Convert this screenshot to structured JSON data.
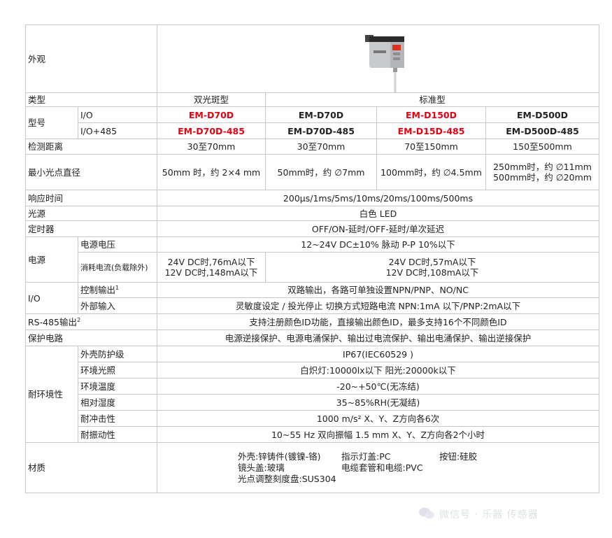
{
  "rows": {
    "appearance": "外观",
    "type": {
      "label": "类型",
      "dual": "双光斑型",
      "standard": "标准型"
    },
    "model": {
      "label": "型号",
      "io": "I/O",
      "io485": "I/O+485",
      "io_models": [
        "EM-D70D",
        "EM-D70D",
        "EM-D150D",
        "EM-D500D"
      ],
      "io485_models": [
        "EM-D70D-485",
        "EM-D70D-485",
        "EM-D15D-485",
        "EM-D500D-485"
      ]
    },
    "distance": {
      "label": "检测距离",
      "values": [
        "30至70mm",
        "30至70mm",
        "70至150mm",
        "150至500mm"
      ]
    },
    "spot": {
      "label": "最小光点直径",
      "values": [
        "50mm 时，约 2×4 mm",
        "50mm时，约 ∅7mm",
        "100mm时，约 ∅4.5mm"
      ],
      "last_line1": "250mm时，约 ∅11mm",
      "last_line2": "500mm时，约 ∅20mm"
    },
    "response": {
      "label": "响应时间",
      "value": "200μs/1ms/5ms/10ms/20ms/100ms/500ms"
    },
    "light": {
      "label": "光源",
      "value": "白色 LED"
    },
    "timer": {
      "label": "定时器",
      "value": "OFF/ON-延时/OFF-延时/单次延迟"
    },
    "power": {
      "label": "电源",
      "voltage_label": "电源电压",
      "voltage": "12~24V DC±10% 脉动 P-P 10%以下",
      "current_label": "消耗电流(负载除外)",
      "dual_line1": "24V DC时,76mA以下",
      "dual_line2": "12V DC时,148mA以下",
      "std_line1": "24V DC时,57mA以下",
      "std_line2": "12V DC时,108mA以下"
    },
    "io": {
      "label": "I/O",
      "control_label": "控制输出",
      "control_sup": "1",
      "control": "双路输出，各路可单独设置NPN/PNP、NO/NC",
      "ext_label": "外部输入",
      "ext": "灵敏度设定 / 投光停止 切换方式短路电流 NPN:1mA 以下/PNP:2mA以下"
    },
    "rs485": {
      "label": "RS-485输出",
      "sup": "2",
      "value": "支持注册颜色ID功能，直接输出颜色ID，最多支持16个不同颜色ID"
    },
    "protect": {
      "label": "保护电路",
      "value": "电源逆接保护、电源电涌保护、输出过电流保护、输出电涌保护、输出逆接保护"
    },
    "env": {
      "label": "耐环境性",
      "items": [
        {
          "label": "外壳防护级",
          "value": "IP67(IEC60529 )"
        },
        {
          "label": "环境光照",
          "value": "白炽灯:10000lx以下 阳光:20000k以下"
        },
        {
          "label": "环境温度",
          "value": "-20~+50℃(无冻结)"
        },
        {
          "label": "相对湿度",
          "value": "35~85%RH(无凝结)"
        },
        {
          "label": "耐冲击性",
          "value": "1000 m/s² X、Y、Z方向各6次"
        },
        {
          "label": "耐振动性",
          "value": "10~55 Hz 双向振幅 1.5 mm X、Y、Z方向各2个小时"
        }
      ]
    },
    "material": {
      "label": "材质",
      "a": "外壳:锌铸件(镀镍-铬)",
      "b": "指示灯盖:PC",
      "c": "按钮:硅胶",
      "d": "镜头盖:玻璃",
      "e": "电缆套管和电缆:PVC",
      "f": "光点调整刻度盘:SUS304"
    }
  },
  "watermark": "微信号 · 乐器 传感器"
}
